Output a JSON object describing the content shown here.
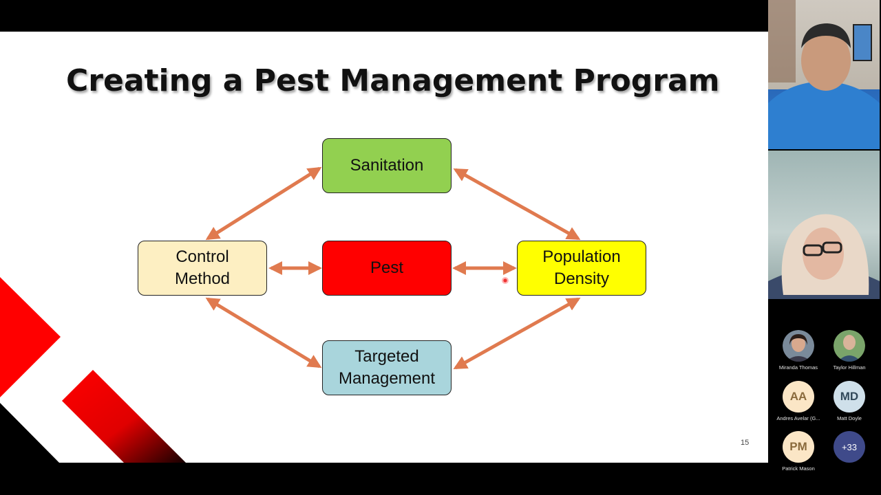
{
  "slide": {
    "title": "Creating a Pest Management Program",
    "page_number": "15",
    "arrow_color": "#e07a4f",
    "boxes": {
      "sanitation": {
        "label": "Sanitation",
        "color": "#92d050"
      },
      "control_method": {
        "label": "Control\nMethod",
        "color": "#fdefc2"
      },
      "pest": {
        "label": "Pest",
        "color": "#ff0000"
      },
      "population_density": {
        "label": "Population\nDensity",
        "color": "#ffff00"
      },
      "targeted_management": {
        "label": "Targeted\nManagement",
        "color": "#a9d5dc"
      }
    },
    "accent_red": "#ff0000"
  },
  "participants": {
    "tiles": [
      {
        "name": "Miranda Thomas",
        "type": "photo"
      },
      {
        "name": "Taylor Hillman",
        "type": "photo"
      },
      {
        "name": "Andres Avelar (G...",
        "initials": "AA",
        "type": "initials"
      },
      {
        "name": "Matt Doyle",
        "initials": "MD",
        "type": "initials"
      },
      {
        "name": "Patrick Mason",
        "initials": "PM",
        "type": "initials"
      },
      {
        "name": "",
        "initials": "+33",
        "type": "more"
      }
    ]
  }
}
